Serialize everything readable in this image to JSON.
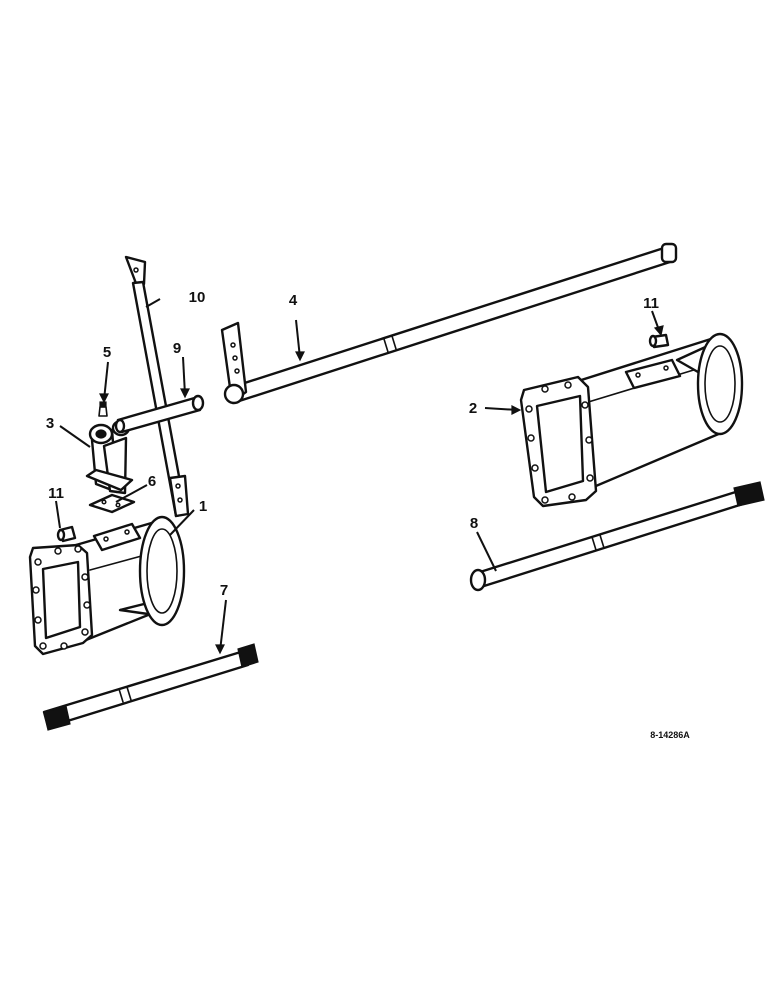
{
  "diagram": {
    "drawing_number": "8-14286A",
    "callouts": [
      "1",
      "2",
      "3",
      "4",
      "5",
      "6",
      "7",
      "8",
      "9",
      "10",
      "11",
      "11"
    ]
  },
  "colors": {
    "ink": "#111111",
    "paper": "#ffffff"
  }
}
